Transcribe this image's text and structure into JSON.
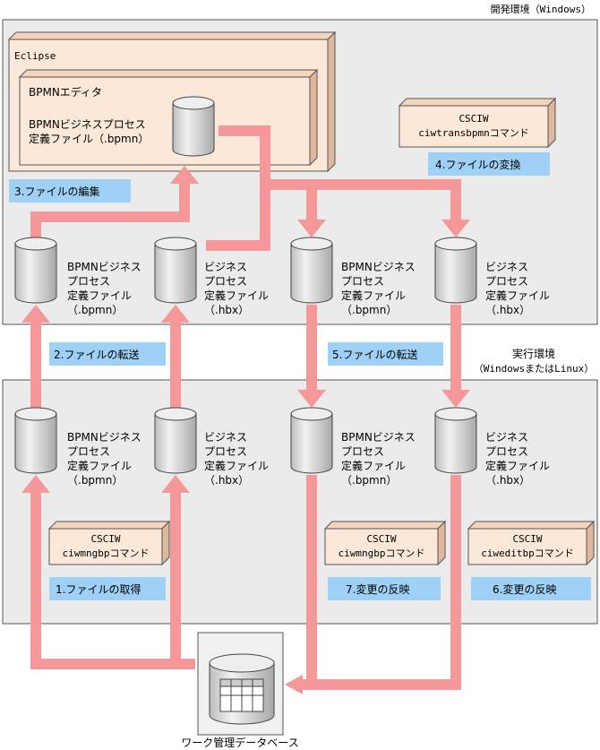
{
  "env": {
    "dev_label": "開発環境（Windows）",
    "run_label_1": "実行環境",
    "run_label_2": "（WindowsまたはLinux）"
  },
  "eclipse": {
    "label": "Eclipse",
    "editor_label": "BPMNエディタ",
    "editor_file_1": "BPMNビジネスプロセス",
    "editor_file_2": "定義ファイル（.bpmn）"
  },
  "files": {
    "bpmn": [
      "BPMNビジネス",
      "プロセス",
      "定義ファイル",
      "（.bpmn）"
    ],
    "hbx": [
      "ビジネス",
      "プロセス",
      "定義ファイル",
      "（.hbx）"
    ]
  },
  "commands": {
    "ciwtrans": [
      "CSCIW",
      "ciwtransbpmnコマンド"
    ],
    "ciwmngbp": [
      "CSCIW",
      "ciwmngbpコマンド"
    ],
    "ciweditbp": [
      "CSCIW",
      "ciweditbpコマンド"
    ]
  },
  "steps": {
    "s1": "1.ファイルの取得",
    "s2": "2.ファイルの転送",
    "s3": "3.ファイルの編集",
    "s4": "4.ファイルの変換",
    "s5": "5.ファイルの転送",
    "s6": "6.変更の反映",
    "s7": "7.変更の反映"
  },
  "database": {
    "label": "ワーク管理データベース"
  },
  "colors": {
    "arrow": "#f4989a",
    "env_bg": "#ebebeb",
    "box_bg": "#fbe8d8",
    "label_bg": "#9fd0f5",
    "cyl": "#d9d9d9"
  }
}
